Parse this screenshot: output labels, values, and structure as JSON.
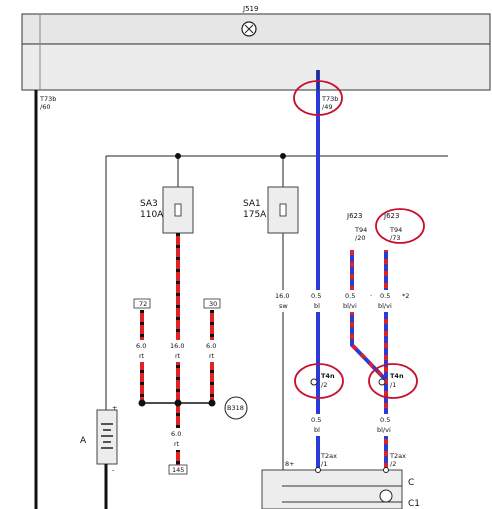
{
  "header": {
    "component_id": "J519",
    "left_pin_connector": "T73b",
    "left_pin_number": "/60",
    "right_pin_connector": "T73b",
    "right_pin_number": "/49"
  },
  "fuses": [
    {
      "name": "SA3",
      "rating": "110A"
    },
    {
      "name": "SA1",
      "rating": "175A"
    }
  ],
  "control_unit": {
    "name": "J623",
    "pin1_connector": "T94",
    "pin1_number": "/20",
    "pin2_connector": "T94",
    "pin2_number": "/73"
  },
  "wires": {
    "w16_sw": {
      "size": "16.0",
      "color": "sw"
    },
    "w05_bl_top": {
      "size": "0.5",
      "color": "bl"
    },
    "w05_blvi_left": {
      "size": "0.5",
      "color": "bl/vi"
    },
    "w05_blvi_right": {
      "size": "0.5",
      "color": "bl/vi"
    },
    "w6_left": {
      "size": "6.0",
      "color": "rt"
    },
    "w16_rt": {
      "size": "16.0",
      "color": "rt"
    },
    "w6_right": {
      "size": "6.0",
      "color": "rt"
    },
    "w6_bottom": {
      "size": "6.0",
      "color": "rt"
    },
    "w05_bl_bottom": {
      "size": "0.5",
      "color": "bl"
    },
    "w05_blvi_bottom": {
      "size": "0.5",
      "color": "bl/vi"
    }
  },
  "terminals": {
    "t72": "72",
    "t30": "30",
    "t145": "145"
  },
  "note_marker": "*2",
  "dot_marker": "·",
  "connectors": {
    "t4n_left": {
      "name": "T4n",
      "pin": "/2"
    },
    "t4n_right": {
      "name": "T4n",
      "pin": "/1"
    },
    "t2ax_left": {
      "name": "T2ax",
      "pin": "/1"
    },
    "t2ax_right": {
      "name": "T2ax",
      "pin": "/2"
    }
  },
  "battery": {
    "label": "A",
    "plus": "+",
    "minus": "-"
  },
  "ground_point": "B318",
  "module": {
    "pin_label": "8+",
    "label_c": "C",
    "label_c1": "C1"
  },
  "colors": {
    "wire_blue": "#2a3bd6",
    "wire_red": "#e02222",
    "highlight_circle": "#c8102e",
    "frame_fill": "#e6e6e6",
    "frame_stroke": "#555555"
  }
}
